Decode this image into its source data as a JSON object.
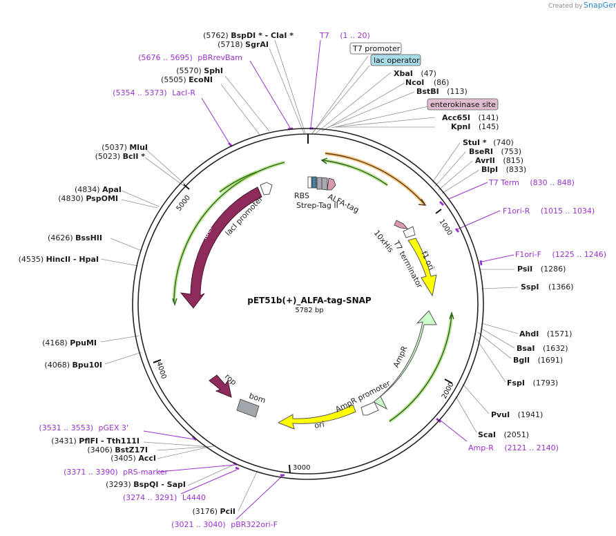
{
  "plasmid": {
    "name": "pET51b(+)_ALFA-tag-SNAP",
    "size": "5782 bp"
  },
  "branding": {
    "created_by": "Created by",
    "app": "SnapGene"
  },
  "ticks": [
    "1000",
    "2000",
    "3000",
    "4000",
    "5000"
  ],
  "sites": {
    "bspdi": {
      "pos": "(5762)",
      "name": "BspDI * - ClaI *"
    },
    "sgrai": {
      "pos": "(5718)",
      "name": "SgrAI"
    },
    "sphi": {
      "pos": "(5570)",
      "name": "SphI"
    },
    "econi": {
      "pos": "(5505)",
      "name": "EcoNI"
    },
    "mlui": {
      "pos": "(5037)",
      "name": "MluI"
    },
    "bcli": {
      "pos": "(5023)",
      "name": "BclI *"
    },
    "apai": {
      "pos": "(4834)",
      "name": "ApaI"
    },
    "pspomi": {
      "pos": "(4830)",
      "name": "PspOMI"
    },
    "bsshii": {
      "pos": "(4626)",
      "name": "BssHII"
    },
    "hincii": {
      "pos": "(4535)",
      "name": "HincII - HpaI"
    },
    "ppumi": {
      "pos": "(4168)",
      "name": "PpuMI"
    },
    "bpu10i": {
      "pos": "(4068)",
      "name": "Bpu10I"
    },
    "pflfi": {
      "pos": "(3431)",
      "name": "PflFI - Tth111I"
    },
    "bstz17i": {
      "pos": "(3406)",
      "name": "BstZ17I"
    },
    "acci": {
      "pos": "(3405)",
      "name": "AccI"
    },
    "bspqi": {
      "pos": "(3293)",
      "name": "BspQI - SapI"
    },
    "pcii": {
      "pos": "(3176)",
      "name": "PciI"
    },
    "xbai": {
      "name": "XbaI",
      "pos": "(47)"
    },
    "ncoi": {
      "name": "NcoI",
      "pos": "(86)"
    },
    "bstbi": {
      "name": "BstBI",
      "pos": "(113)"
    },
    "acc65i": {
      "name": "Acc65I",
      "pos": "(141)"
    },
    "kpni": {
      "name": "KpnI",
      "pos": "(145)"
    },
    "stui": {
      "name": "StuI *",
      "pos": "(740)"
    },
    "bseri": {
      "name": "BseRI",
      "pos": "(753)"
    },
    "avrii": {
      "name": "AvrII",
      "pos": "(815)"
    },
    "blpi": {
      "name": "BlpI",
      "pos": "(833)"
    },
    "psii": {
      "name": "PsiI",
      "pos": "(1286)"
    },
    "sspi": {
      "name": "SspI",
      "pos": "(1366)"
    },
    "ahdi": {
      "name": "AhdI",
      "pos": "(1571)"
    },
    "bsai": {
      "name": "BsaI",
      "pos": "(1632)"
    },
    "bgli": {
      "name": "BglI",
      "pos": "(1691)"
    },
    "fspi": {
      "name": "FspI",
      "pos": "(1793)"
    },
    "pvui": {
      "name": "PvuI",
      "pos": "(1941)"
    },
    "scai": {
      "name": "ScaI",
      "pos": "(2051)"
    }
  },
  "primers": {
    "t7": {
      "name": "T7",
      "range": "(1 .. 20)"
    },
    "pbrrevbam": {
      "range": "(5676 .. 5695)",
      "name": "pBRrevBam"
    },
    "lacir": {
      "range": "(5354 .. 5373)",
      "name": "LacI-R"
    },
    "t7term": {
      "name": "T7 Term",
      "range": "(830 .. 848)"
    },
    "f1orir": {
      "name": "F1ori-R",
      "range": "(1015 .. 1034)"
    },
    "f1orif": {
      "name": "F1ori-F",
      "range": "(1225 .. 1246)"
    },
    "ampr": {
      "name": "Amp-R",
      "range": "(2121 .. 2140)"
    },
    "pgex3": {
      "range": "(3531 .. 3553)",
      "name": "pGEX 3'"
    },
    "prsmarker": {
      "range": "(3371 .. 3390)",
      "name": "pRS-marker"
    },
    "l4440": {
      "range": "(3274 .. 3291)",
      "name": "L4440"
    },
    "pbr322ori": {
      "range": "(3021 .. 3040)",
      "name": "pBR322ori-F"
    }
  },
  "boxed_features": {
    "t7_promoter": "T7 promoter",
    "lac_operator": "lac operator",
    "enterokinase": "enterokinase site"
  },
  "features": {
    "laci": "lacI",
    "laci_promoter": "lacI promoter",
    "rbs": "RBS",
    "strep_tag": "Strep-Tag II",
    "alfa_tag": "ALFA-tag",
    "his": "10xHis",
    "t7_terminator": "T7 terminator",
    "f1_ori": "f1 ori",
    "ampr": "AmpR",
    "ampr_promoter": "AmpR promoter",
    "ori": "ori",
    "rop": "rop",
    "bom": "bom"
  },
  "colors": {
    "laci": "#8e2a5c",
    "f1_ori": "#ffff00",
    "ampr": "#ccffcc",
    "ori": "#ffff00",
    "rop": "#8e2a5c",
    "bom": "#a0a6ac",
    "primer": "#9b30d0",
    "halo_green": "#88d040",
    "halo_orange": "#f0a030",
    "lac_operator_box": "#a8dce8",
    "enterokinase_box": "#e0bcd0",
    "strep_tag": "#4a7fa0",
    "alfa_tag": "#d89ab0",
    "his": "#d89ab0",
    "brand": "#1e88c8"
  }
}
